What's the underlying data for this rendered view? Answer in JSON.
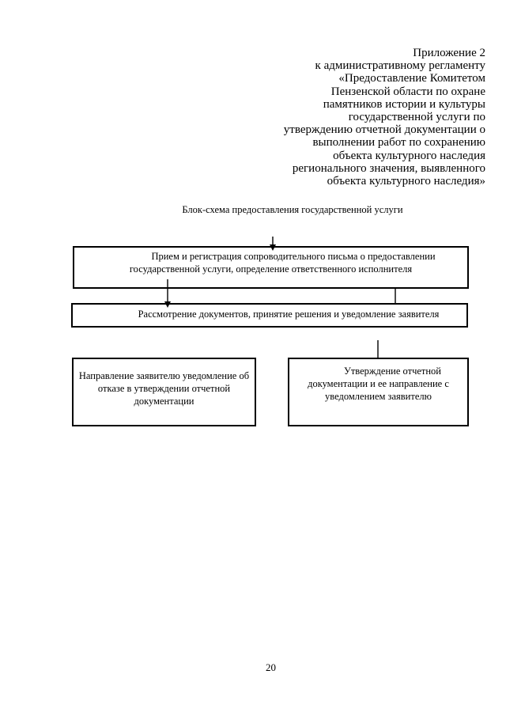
{
  "document": {
    "appendix_lines": [
      "Приложение 2",
      "к административному регламенту",
      "«Предоставление Комитетом",
      "Пензенской области по охране",
      "памятников истории и культуры",
      "государственной услуги по",
      "утверждению отчетной документации о",
      "выполнении работ по сохранению",
      "объекта культурного наследия",
      "регионального значения, выявленного",
      "объекта культурного наследия»"
    ],
    "diagram_title": "Блок-схема предоставления государственной услуги",
    "page_number": "20"
  },
  "flowchart": {
    "boxes": {
      "reception": "Прием и регистрация сопроводительного письма о предоставлении государственной услуги, определение ответственного исполнителя",
      "review": "Рассмотрение документов, принятие решения и уведомление заявителя",
      "refusal": "Направление заявителю уведомление об отказе в утверждении отчетной документации",
      "approval": "Утверждение отчетной документации и ее направление с уведомлением заявителю"
    },
    "connectors": [
      {
        "from": "start",
        "to": "reception",
        "style": "arrow"
      },
      {
        "from": "reception",
        "to": "review",
        "style": "arrow"
      },
      {
        "from": "reception",
        "to": "review",
        "style": "line"
      },
      {
        "from": "review",
        "to": "approval",
        "style": "line"
      }
    ],
    "colors": {
      "box_border": "#000000",
      "box_fill": "#ffffff",
      "text": "#000000",
      "line": "#000000"
    }
  }
}
